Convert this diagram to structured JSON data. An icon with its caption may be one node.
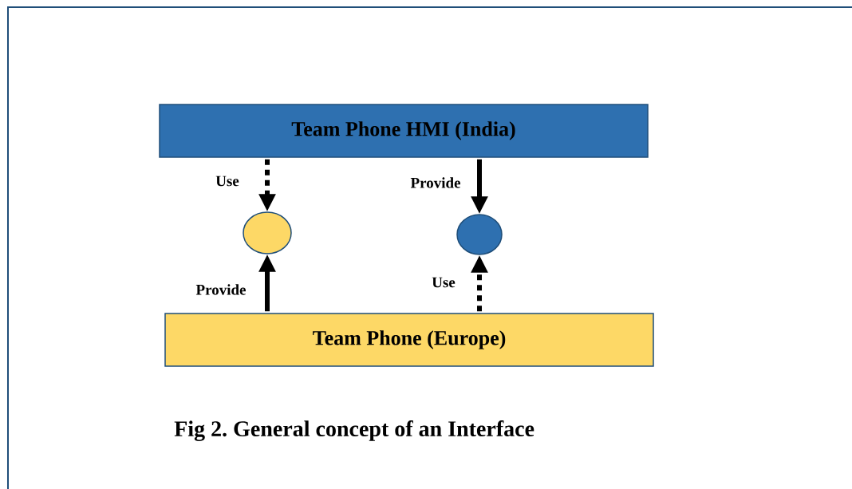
{
  "diagram": {
    "caption": "Fig 2. General concept of an Interface",
    "nodes": [
      {
        "text": [
          "Team Phone HMI (India)"
        ]
      },
      {
        "text": [],
        "shape": "circle"
      },
      {
        "text": [],
        "shape": "circle"
      },
      {
        "text": [
          "Team Phone (Europe)"
        ]
      }
    ],
    "edges": [
      {
        "from": 0,
        "to": 1,
        "arrow": "to",
        "label": "Use",
        "style": "dashed"
      },
      {
        "from": 3,
        "to": 1,
        "arrow": "to",
        "label": "Provide"
      },
      {
        "from": 0,
        "to": 2,
        "arrow": "to",
        "label": "Provide"
      },
      {
        "from": 3,
        "to": 2,
        "arrow": "to",
        "label": "Use",
        "style": "dashed"
      }
    ]
  }
}
